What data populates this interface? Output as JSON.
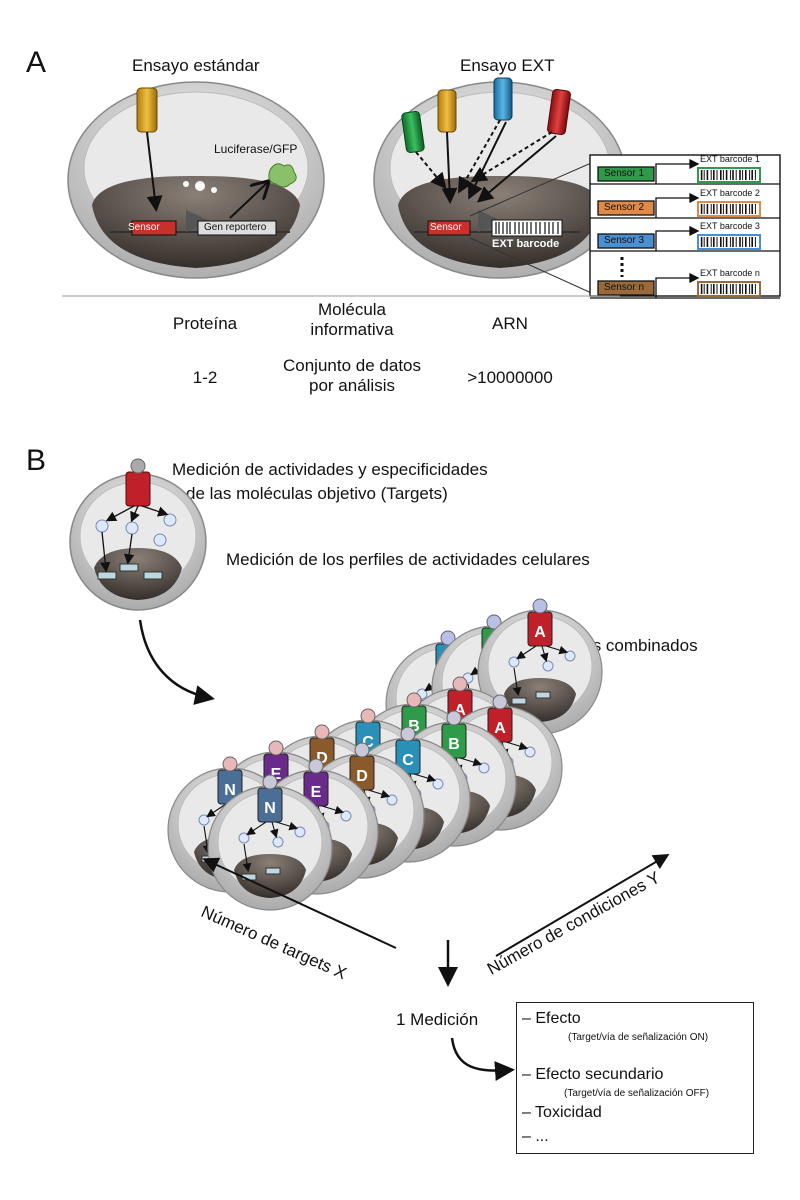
{
  "panel_a": {
    "letter": "A",
    "standard_title": "Ensayo estándar",
    "ext_title": "Ensayo EXT",
    "luciferase": "Luciferase/GFP",
    "sensor": "Sensor",
    "gen_reportero": "Gen reportero",
    "ext_barcode": "EXT barcode",
    "sensors": [
      {
        "label": "Sensor 1",
        "barcode": "EXT barcode 1",
        "color": "#2f9a4a"
      },
      {
        "label": "Sensor 2",
        "barcode": "EXT barcode 2",
        "color": "#e08a4a"
      },
      {
        "label": "Sensor 3",
        "barcode": "EXT barcode 3",
        "color": "#4a8fd0"
      },
      {
        "label": "Sensor n",
        "barcode": "EXT barcode n",
        "color": "#9a6a3a"
      }
    ],
    "table": {
      "row1_left": "Proteína",
      "row1_mid": "Molécula\ninformativa",
      "row1_right": "ARN",
      "row2_left": "1-2",
      "row2_mid": "Conjunto de datos\npor análisis",
      "row2_right": ">10000000"
    }
  },
  "panel_b": {
    "letter": "B",
    "line1": "Medición de actividades y especificidades",
    "line2": "de las moléculas objetivo (Targets)",
    "line3": "Medición de los perfiles de actividades celulares",
    "combined": "Ensayos combinados",
    "axis_x": "Número de targets X",
    "axis_y": "Número de condiciones Y",
    "one_measure": "1 Medición",
    "target_letters": [
      "N",
      "E",
      "D",
      "C",
      "B",
      "A"
    ],
    "target_colors": {
      "N": "#4a6e96",
      "E": "#6a2a8a",
      "D": "#8a5a2a",
      "C": "#2a90b8",
      "B": "#2f9a4a",
      "A": "#c0202a"
    },
    "node_x": "X",
    "node_y": "Y",
    "results": {
      "effect": "– Efecto",
      "effect_sub": "(Target/vía de señalización ON)",
      "secondary": "– Efecto secundario",
      "secondary_sub": "(Target/vía de señalización OFF)",
      "toxicity": "– Toxicidad",
      "more": "– ..."
    }
  }
}
